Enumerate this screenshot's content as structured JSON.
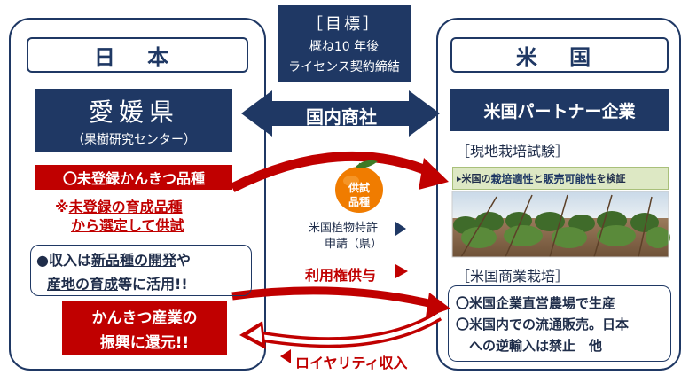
{
  "japan": {
    "header": "日 本",
    "pref_name": "愛媛県",
    "pref_sub": "（果樹研究センター）",
    "red_label": "〇未登録かんきつ品種",
    "note_line1_mark": "※",
    "note_line1": "未登録の育成品種",
    "note_line2": "から選定して供試",
    "income_bullet": "●",
    "income_l1_a": "収入は",
    "income_l1_b": "新品種の開発",
    "income_l1_c": "や",
    "income_l2_a": "産地の育成",
    "income_l2_b": "等に活用!!",
    "return_line1": "かんきつ産業の",
    "return_line2": "振興に還元!!"
  },
  "center": {
    "goal_title": "［目標］",
    "goal_line1": "概ね10 年後",
    "goal_line2": "ライセンス契約締結",
    "trading_company": "国内商社",
    "fruit_label_1": "供試",
    "fruit_label_2": "品種",
    "patent_line1": "米国植物特許",
    "patent_line2": "申請（県）",
    "license_grant": "利用権供与",
    "royalty": "ロイヤリティ収入"
  },
  "usa": {
    "header": "米 国",
    "partner": "米国パートナー企業",
    "trial_title": "［現地栽培試験］",
    "trial_banner_prefix": "▸米国の",
    "trial_banner_b1": "栽培適性",
    "trial_banner_mid": "と",
    "trial_banner_b2": "販売可能性",
    "trial_banner_suffix": "を検証",
    "commercial_title": "［米国商業栽培］",
    "commercial_l1": "〇米国企業直営農場で生産",
    "commercial_l2": "〇米国内での流通販売。日本",
    "commercial_l3": "　への逆輸入は禁止　他"
  },
  "colors": {
    "navy": "#1f3864",
    "red": "#c00000",
    "orange": "#f07c00",
    "banner_green": "#dde8c4"
  }
}
